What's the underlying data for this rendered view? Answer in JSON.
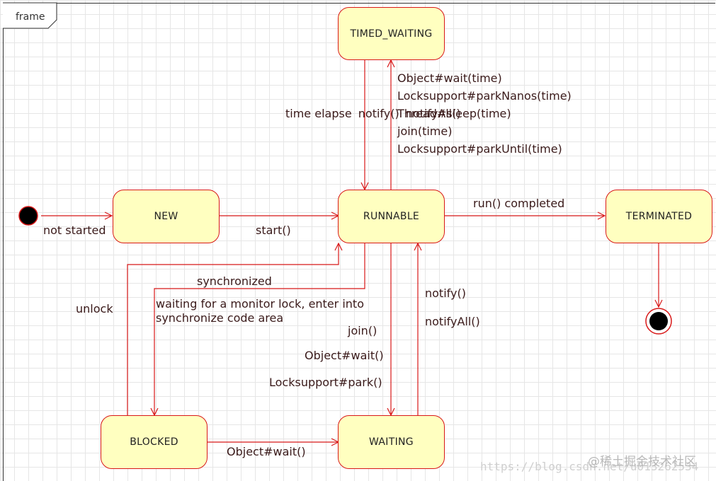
{
  "frame": {
    "label": "frame"
  },
  "states": {
    "timed_waiting": "TIMED_WAITING",
    "new": "NEW",
    "runnable": "RUNNABLE",
    "terminated": "TERMINATED",
    "blocked": "BLOCKED",
    "waiting": "WAITING"
  },
  "transitions": {
    "initial_to_new": "not started",
    "new_to_runnable": "start()",
    "runnable_to_terminated": "run() completed",
    "timed_waiting_to_runnable": [
      "time elapse",
      "notify()",
      "notifyAll()"
    ],
    "runnable_to_timed_waiting": [
      "Object#wait(time)",
      "Locksupport#parkNanos(time)",
      "Thread#sleep(time)",
      "join(time)",
      "Locksupport#parkUntil(time)"
    ],
    "runnable_to_blocked": [
      "synchronized",
      "waiting for a monitor lock, enter into",
      "synchronize code area"
    ],
    "blocked_to_runnable": "unlock",
    "runnable_to_waiting": [
      "join()",
      "Object#wait()",
      "Locksupport#park()"
    ],
    "waiting_to_runnable": [
      "notify()",
      "notifyAll()"
    ],
    "blocked_to_waiting": "Object#wait()"
  },
  "watermark": {
    "site": "@稀土掘金技术社区",
    "url": "https://blog.csdn.net/u013262534"
  },
  "colors": {
    "state_fill": "#ffffc0",
    "stroke": "#d81818",
    "text": "#3a1a1a"
  }
}
